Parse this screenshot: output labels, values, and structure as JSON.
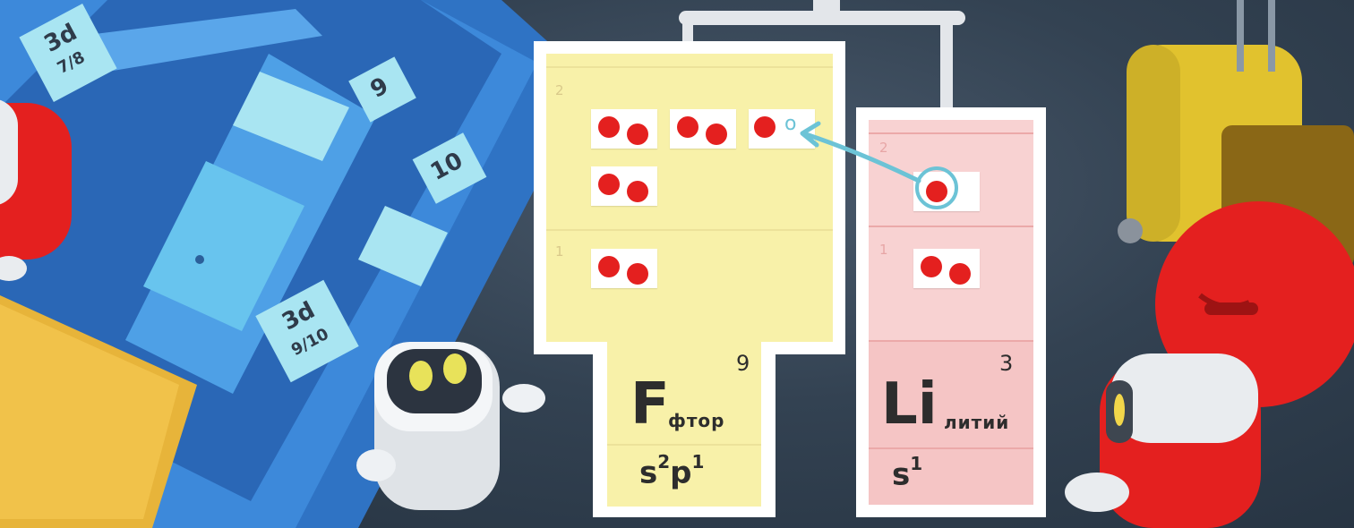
{
  "scene": {
    "colors": {
      "background": "#2e3b4b",
      "fluorine_card": "#f7f0a8",
      "lithium_card": "#f4c4c4",
      "electron": "#e4201f",
      "arrow": "#6cc3d6",
      "shelf": "#2f7bd0"
    }
  },
  "left_shelf": {
    "tag_3d_78_top": "3d",
    "tag_3d_78_bottom": "7/8",
    "tag_9": "9",
    "tag_10": "10",
    "tag_3d_910_top": "3d",
    "tag_3d_910_bottom": "9/10"
  },
  "fluorine": {
    "shell_2": "2",
    "shell_1": "1",
    "symbol": "F",
    "name": "фтор",
    "number": "9",
    "config_s": "s",
    "config_s_exp": "2",
    "config_p": "p",
    "config_p_exp": "1",
    "empty_slot": "o"
  },
  "lithium": {
    "shell_2": "2",
    "shell_1": "1",
    "symbol": "Li",
    "name": "литий",
    "number": "3",
    "config_s": "s",
    "config_s_exp": "1"
  }
}
